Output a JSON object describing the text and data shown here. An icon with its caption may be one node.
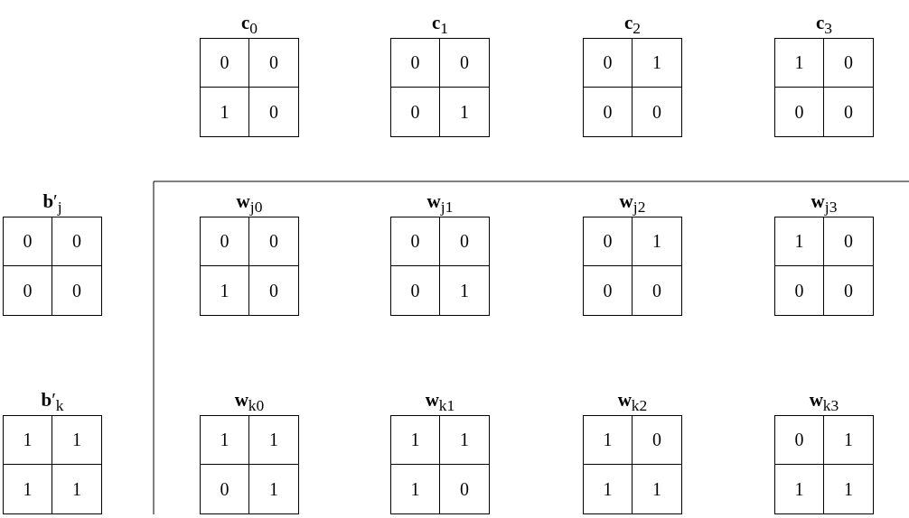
{
  "diagram": {
    "nodes": [
      {
        "text": [
          "**c**$_{0}$",
          "0",
          "0",
          "1",
          "0"
        ]
      },
      {
        "text": [
          "**c**$_{1}$",
          "0",
          "0",
          "0",
          "1"
        ]
      },
      {
        "text": [
          "**c**$_{2}$",
          "0",
          "1",
          "0",
          "0"
        ]
      },
      {
        "text": [
          "**c**$_{3}$",
          "1",
          "0",
          "0",
          "0"
        ]
      },
      {
        "text": [
          "**b**′$_{j}$",
          "0",
          "0",
          "0",
          "0"
        ]
      },
      {
        "text": [
          "**w**$_{j0}$",
          "0",
          "0",
          "1",
          "0"
        ]
      },
      {
        "text": [
          "**w**$_{j1}$",
          "0",
          "0",
          "0",
          "1"
        ]
      },
      {
        "text": [
          "**w**$_{j2}$",
          "0",
          "1",
          "0",
          "0"
        ]
      },
      {
        "text": [
          "**w**$_{j3}$",
          "1",
          "0",
          "0",
          "0"
        ]
      },
      {
        "text": [
          "**b**′$_{k}$",
          "1",
          "1",
          "1",
          "1"
        ]
      },
      {
        "text": [
          "**w**$_{k0}$",
          "1",
          "1",
          "0",
          "1"
        ]
      },
      {
        "text": [
          "**w**$_{k1}$",
          "1",
          "1",
          "1",
          "0"
        ]
      },
      {
        "text": [
          "**w**$_{k2}$",
          "1",
          "0",
          "1",
          "1"
        ]
      },
      {
        "text": [
          "**w**$_{k3}$",
          "0",
          "1",
          "1",
          "1"
        ]
      }
    ]
  }
}
